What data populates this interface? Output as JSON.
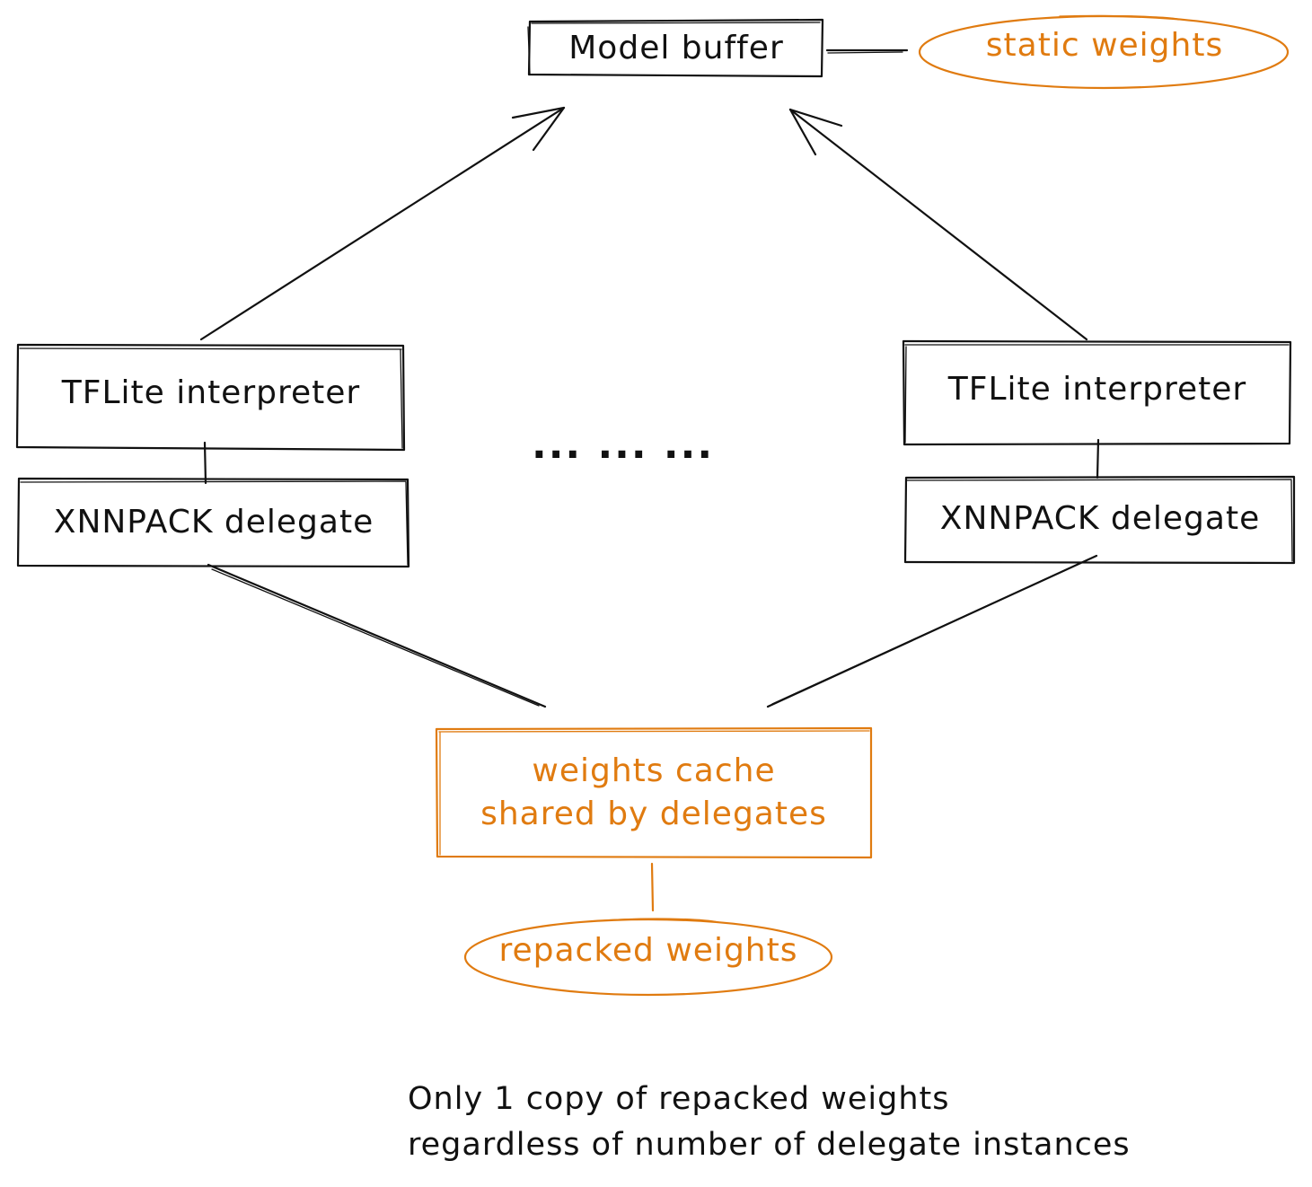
{
  "nodes": {
    "model_buffer": "Model buffer",
    "static_weights": "static weights",
    "left_interpreter": "TFLite interpreter",
    "left_delegate": "XNNPACK delegate",
    "right_interpreter": "TFLite interpreter",
    "right_delegate": "XNNPACK delegate",
    "ellipsis": "... ... ...",
    "cache_line1": "weights cache",
    "cache_line2": "shared by delegates",
    "repacked_weights": "repacked weights"
  },
  "note": {
    "line1": "Only 1 copy of repacked weights",
    "line2": "regardless of number of delegate instances"
  },
  "colors": {
    "ink": "#111111",
    "accent": "#e07b10"
  }
}
